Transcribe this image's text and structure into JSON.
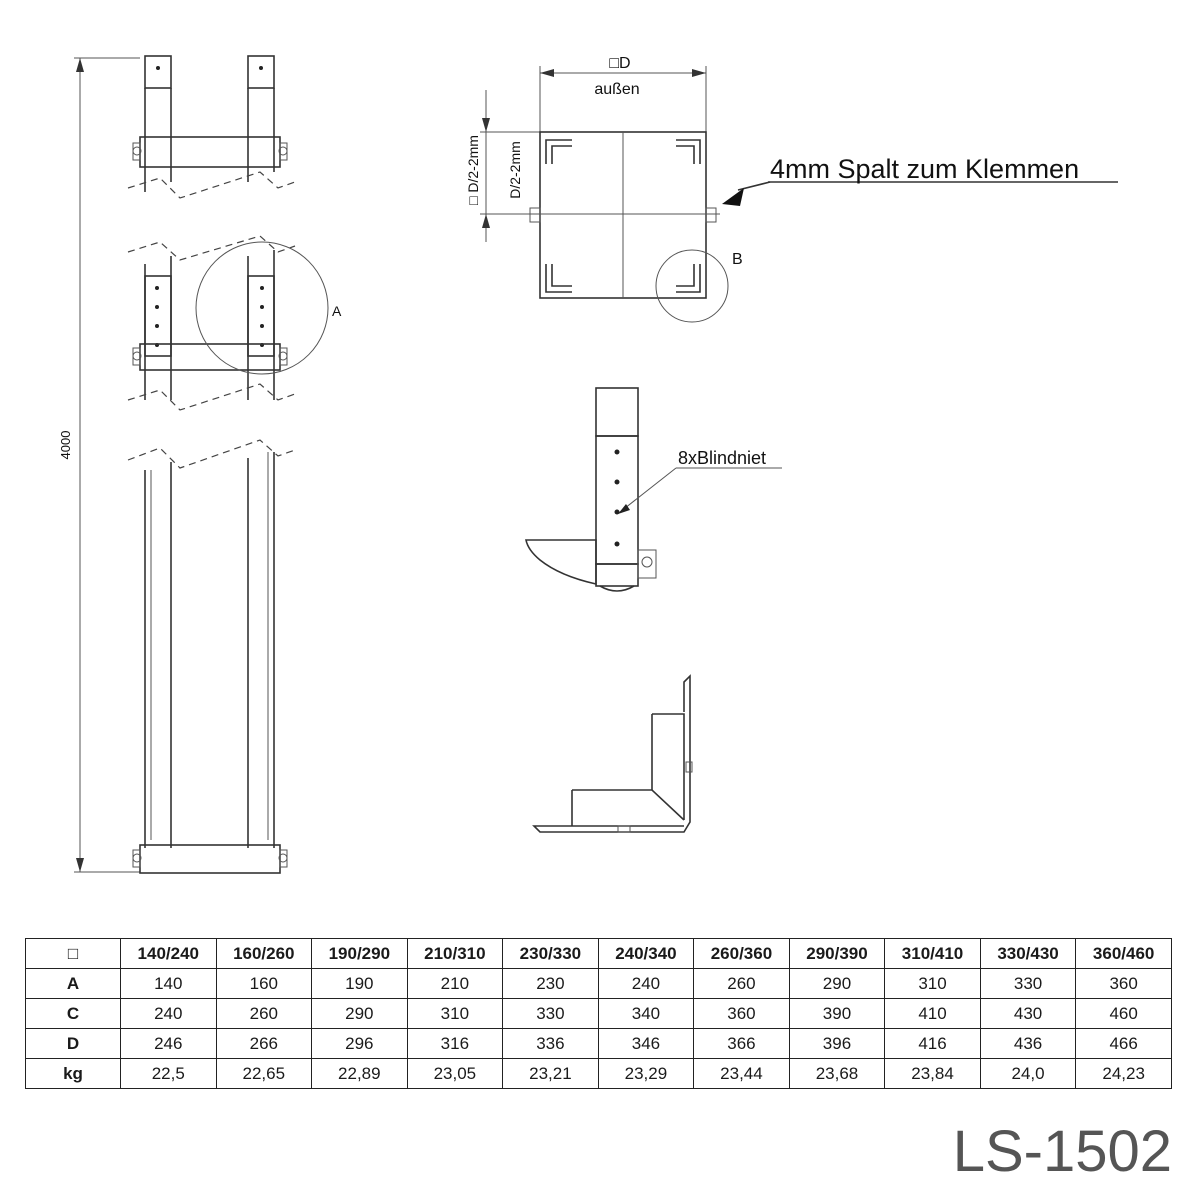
{
  "labels": {
    "height_dim": "4000",
    "detail_a": "A",
    "detail_b": "B",
    "square_d": "□D",
    "outside": "außen",
    "half_dim_1": "□ D/2-2mm",
    "half_dim_2": "D/2-2mm",
    "gap_note": "4mm Spalt zum Klemmen",
    "rivet_note": "8xBlindniet"
  },
  "table": {
    "corner": "□",
    "headers": [
      "140/240",
      "160/260",
      "190/290",
      "210/310",
      "230/330",
      "240/340",
      "260/360",
      "290/390",
      "310/410",
      "330/430",
      "360/460"
    ],
    "rows": [
      {
        "label": "A",
        "values": [
          "140",
          "160",
          "190",
          "210",
          "230",
          "240",
          "260",
          "290",
          "310",
          "330",
          "360"
        ]
      },
      {
        "label": "C",
        "values": [
          "240",
          "260",
          "290",
          "310",
          "330",
          "340",
          "360",
          "390",
          "410",
          "430",
          "460"
        ]
      },
      {
        "label": "D",
        "values": [
          "246",
          "266",
          "296",
          "316",
          "336",
          "346",
          "366",
          "396",
          "416",
          "436",
          "466"
        ]
      },
      {
        "label": "kg",
        "values": [
          "22,5",
          "22,65",
          "22,89",
          "23,05",
          "23,21",
          "23,29",
          "23,44",
          "23,68",
          "23,84",
          "24,0",
          "24,23"
        ]
      }
    ]
  },
  "model": "LS-1502"
}
